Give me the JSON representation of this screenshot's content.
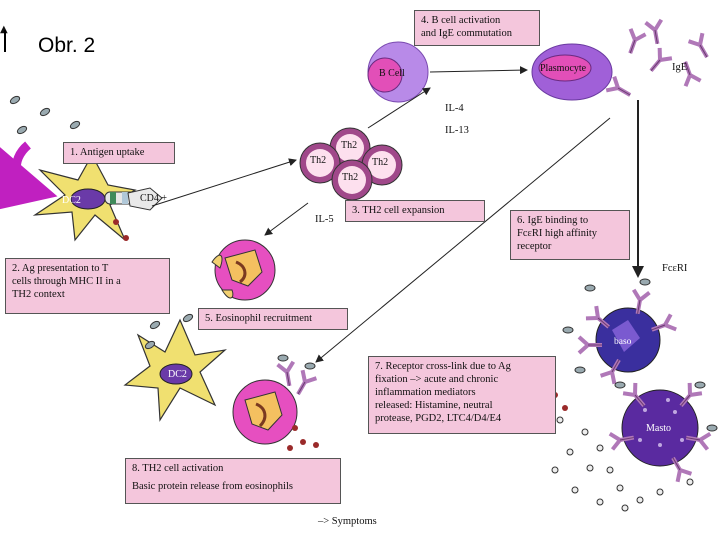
{
  "title": "Obr. 2",
  "steps": {
    "s1": "1. Antigen uptake",
    "s2": [
      "2. Ag presentation to T",
      "cells through MHC II in a",
      "TH2 context"
    ],
    "s3": "3. TH2 cell expansion",
    "s4": [
      "4. B cell activation",
      "and IgE commutation"
    ],
    "s5": "5. Eosinophil recruitment",
    "s6": [
      "6. IgE binding to",
      "FcεRI high affinity",
      "receptor"
    ],
    "s7": [
      "7. Receptor cross-link due to Ag",
      "fixation –> acute and chronic",
      "inflammation mediators",
      "released: Histamine, neutral",
      "protease, PGD2, LTC4/D4/E4"
    ],
    "s8": [
      "8. TH2 cell activation",
      "Basic protein release from eosinophils"
    ]
  },
  "labels": {
    "dc_top": "DC2",
    "cd4": "CD4 +",
    "th2": "Th2",
    "bcell": "B Cell",
    "plasmocyte": "Plasmocyte",
    "ige": "IgE",
    "il4": "IL-4",
    "il13": "IL-13",
    "il5": "IL-5",
    "fceri": "FcεRI",
    "baso": "baso",
    "masto": "Masto",
    "dc_bottom": "DC2",
    "symptoms": "–> Symptoms"
  },
  "colors": {
    "box_fill": "#f4c6dc",
    "dc_fill": "#f0e070",
    "th2_fill": "#a0488a",
    "bcell_fill": "#9b5de5",
    "eosinophil_fill": "#e64fc0",
    "baso_fill": "#3a2f9e",
    "masto_fill": "#5a2aa0",
    "antibody": "#c78ac8",
    "arrow_magenta": "#c020c0"
  }
}
